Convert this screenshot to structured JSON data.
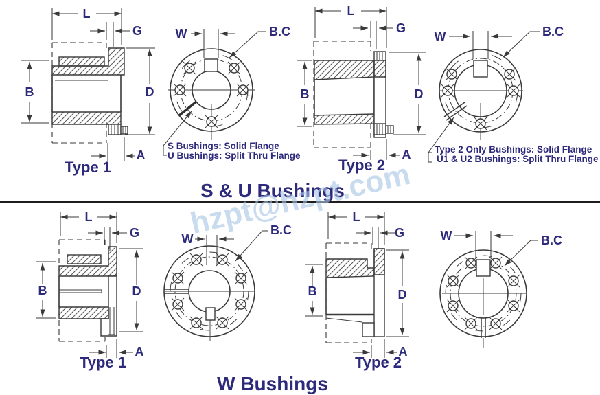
{
  "colors": {
    "background": "#ffffff",
    "drawing_line": "#3a3a3a",
    "label_navy": "#2d2a7b",
    "watermark_blue": "#a9c6e4",
    "divider": "#1d1d1d"
  },
  "watermark": {
    "text": "hzpt@hzpt.com"
  },
  "dims": {
    "L": "L",
    "G": "G",
    "B": "B",
    "D": "D",
    "A": "A",
    "W": "W",
    "BC": "B.C"
  },
  "su": {
    "title": "S & U Bushings",
    "type1_label": "Type 1",
    "type2_label": "Type 2",
    "type1_notes": [
      "S Bushings: Solid Flange",
      "U Bushings: Split Thru Flange"
    ],
    "type2_notes": [
      "Type 2 Only Bushings: Solid Flange",
      "U1 & U2 Bushings: Split Thru Flange"
    ]
  },
  "w": {
    "title": "W Bushings",
    "type1_label": "Type 1",
    "type2_label": "Type 2"
  }
}
